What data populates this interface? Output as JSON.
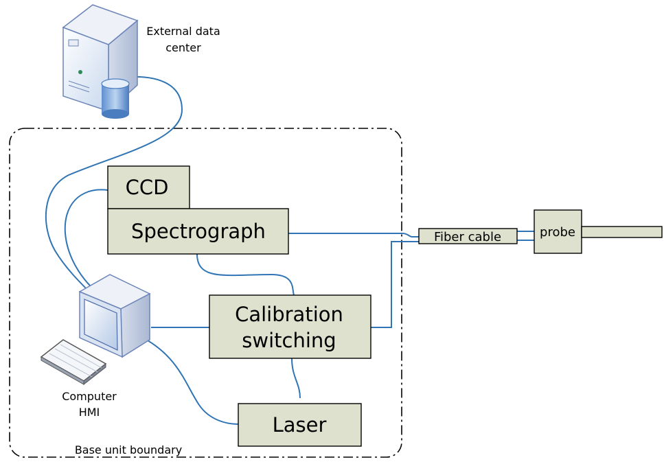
{
  "diagram": {
    "boundary_label": "Base unit boundary",
    "blocks": {
      "ccd": "CCD",
      "spectrograph": "Spectrograph",
      "calibration_line1": "Calibration",
      "calibration_line2": "switching",
      "laser": "Laser",
      "fiber_cable": "Fiber cable",
      "probe": "probe"
    },
    "devices": {
      "data_center_line1": "External data",
      "data_center_line2": "center",
      "computer_line1": "Computer",
      "computer_line2": "HMI"
    },
    "colors": {
      "block_fill": "#dfe1cf",
      "connection": "#2f74b5",
      "boundary": "#000000"
    }
  }
}
